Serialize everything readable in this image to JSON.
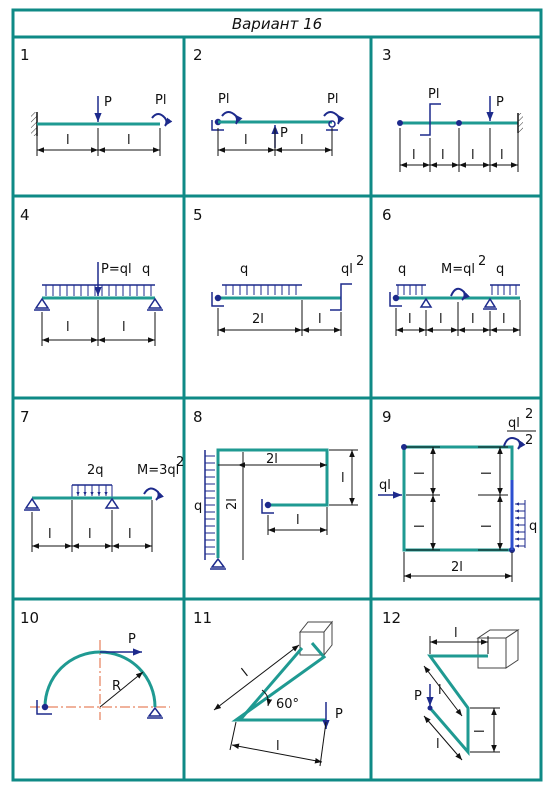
{
  "header": {
    "title": "Вариант 16"
  },
  "colors": {
    "frame": "#0f8a86",
    "beam": "#1f9a92",
    "load": "#1d2a8c",
    "dim": "#111111",
    "accent": "#2c4fd0",
    "axis": "#e0643a"
  },
  "problems": [
    {
      "number": "1",
      "labels": {
        "p": "P",
        "moment": "Pl",
        "span1": "l",
        "span2": "l"
      }
    },
    {
      "number": "2",
      "labels": {
        "moment_left": "Pl",
        "moment_right": "Pl",
        "p": "P",
        "span1": "l",
        "span2": "l"
      }
    },
    {
      "number": "3",
      "labels": {
        "moment": "Pl",
        "p": "P",
        "span1": "l",
        "span2": "l",
        "span3": "l",
        "span4": "l"
      }
    },
    {
      "number": "4",
      "labels": {
        "p": "P=ql",
        "q": "q",
        "span1": "l",
        "span2": "l"
      }
    },
    {
      "number": "5",
      "labels": {
        "q": "q",
        "moment": "ql",
        "moment_exp": "2",
        "span1": "2l",
        "span2": "l"
      }
    },
    {
      "number": "6",
      "labels": {
        "q_left": "q",
        "moment": "M=ql",
        "moment_exp": "2",
        "q_right": "q",
        "span1": "l",
        "span2": "l",
        "span3": "l",
        "span4": "l"
      }
    },
    {
      "number": "7",
      "labels": {
        "q": "2q",
        "moment": "M=3ql",
        "moment_exp": "2",
        "span1": "l",
        "span2": "l",
        "span3": "l"
      }
    },
    {
      "number": "8",
      "labels": {
        "q": "q",
        "top": "2l",
        "vert": "2l",
        "right": "l",
        "bottom": "l"
      }
    },
    {
      "number": "9",
      "labels": {
        "moment_num": "ql",
        "moment_exp": "2",
        "moment_den": "2",
        "force": "ql",
        "q": "q",
        "l1": "l",
        "l2": "l",
        "l3": "l",
        "l4": "l",
        "bottom": "2l"
      }
    },
    {
      "number": "10",
      "labels": {
        "p": "P",
        "radius": "R"
      }
    },
    {
      "number": "11",
      "labels": {
        "inclined": "l",
        "angle": "60°",
        "p": "P",
        "bottom": "l"
      }
    },
    {
      "number": "12",
      "labels": {
        "top": "l",
        "p": "P",
        "diag1": "l",
        "vert": "l",
        "diag2": "l"
      }
    }
  ]
}
